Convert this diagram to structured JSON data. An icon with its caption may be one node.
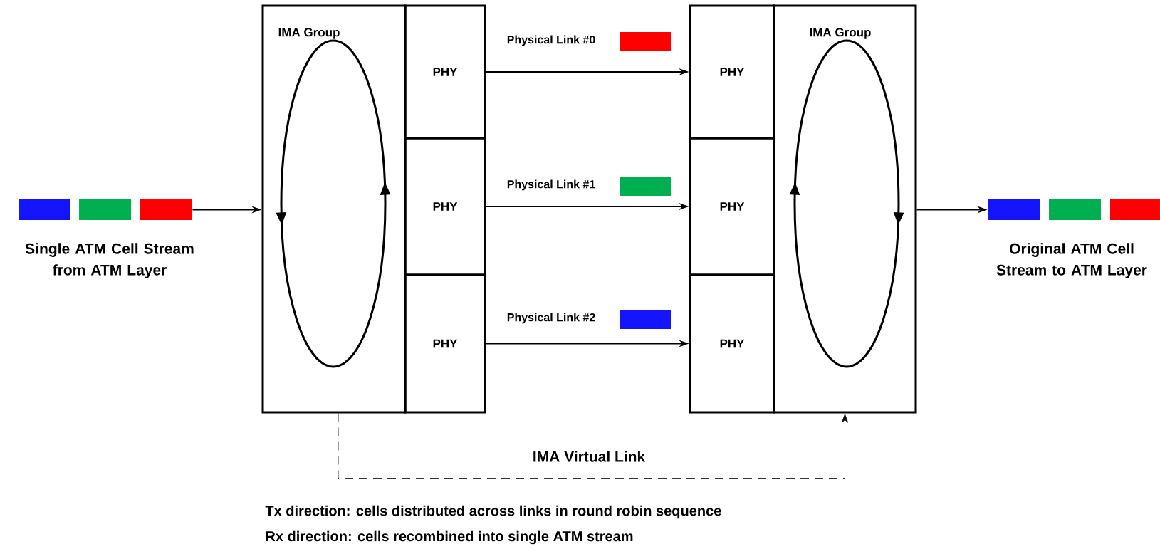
{
  "diagram": {
    "nodes": [
      {
        "text": [
          "IMA Group"
        ]
      },
      {
        "text": [
          "PHY"
        ]
      },
      {
        "text": [
          "PHY"
        ]
      },
      {
        "text": [
          "PHY"
        ]
      },
      {
        "text": [
          "PHY"
        ]
      },
      {
        "text": [
          "PHY"
        ]
      },
      {
        "text": [
          "PHY"
        ]
      },
      {
        "text": [
          "IMA Group"
        ]
      },
      {
        "text": [],
        "shape": "bar"
      },
      {
        "text": [],
        "shape": "bar"
      }
    ],
    "edges": [
      {
        "from": 8,
        "to": 0,
        "arrow": "to"
      },
      {
        "from": 1,
        "to": 4,
        "arrow": "to",
        "label": "Physical Link #0"
      },
      {
        "from": 2,
        "to": 5,
        "arrow": "to",
        "label": "Physical Link #1"
      },
      {
        "from": 3,
        "to": 6,
        "arrow": "to",
        "label": "Physical Link #2"
      },
      {
        "from": 7,
        "to": 9,
        "arrow": "to"
      },
      {
        "from": 0,
        "to": 7,
        "arrow": "to",
        "style": "dashed",
        "label": "IMA Virtual Link"
      }
    ],
    "labels": [
      "Single ATM Cell Stream from ATM Layer",
      "Original ATM Cell Stream to ATM Layer",
      "Tx direction: cells distributed across links in round robin sequence",
      "Rx direction: cells recombined into single ATM stream"
    ]
  }
}
